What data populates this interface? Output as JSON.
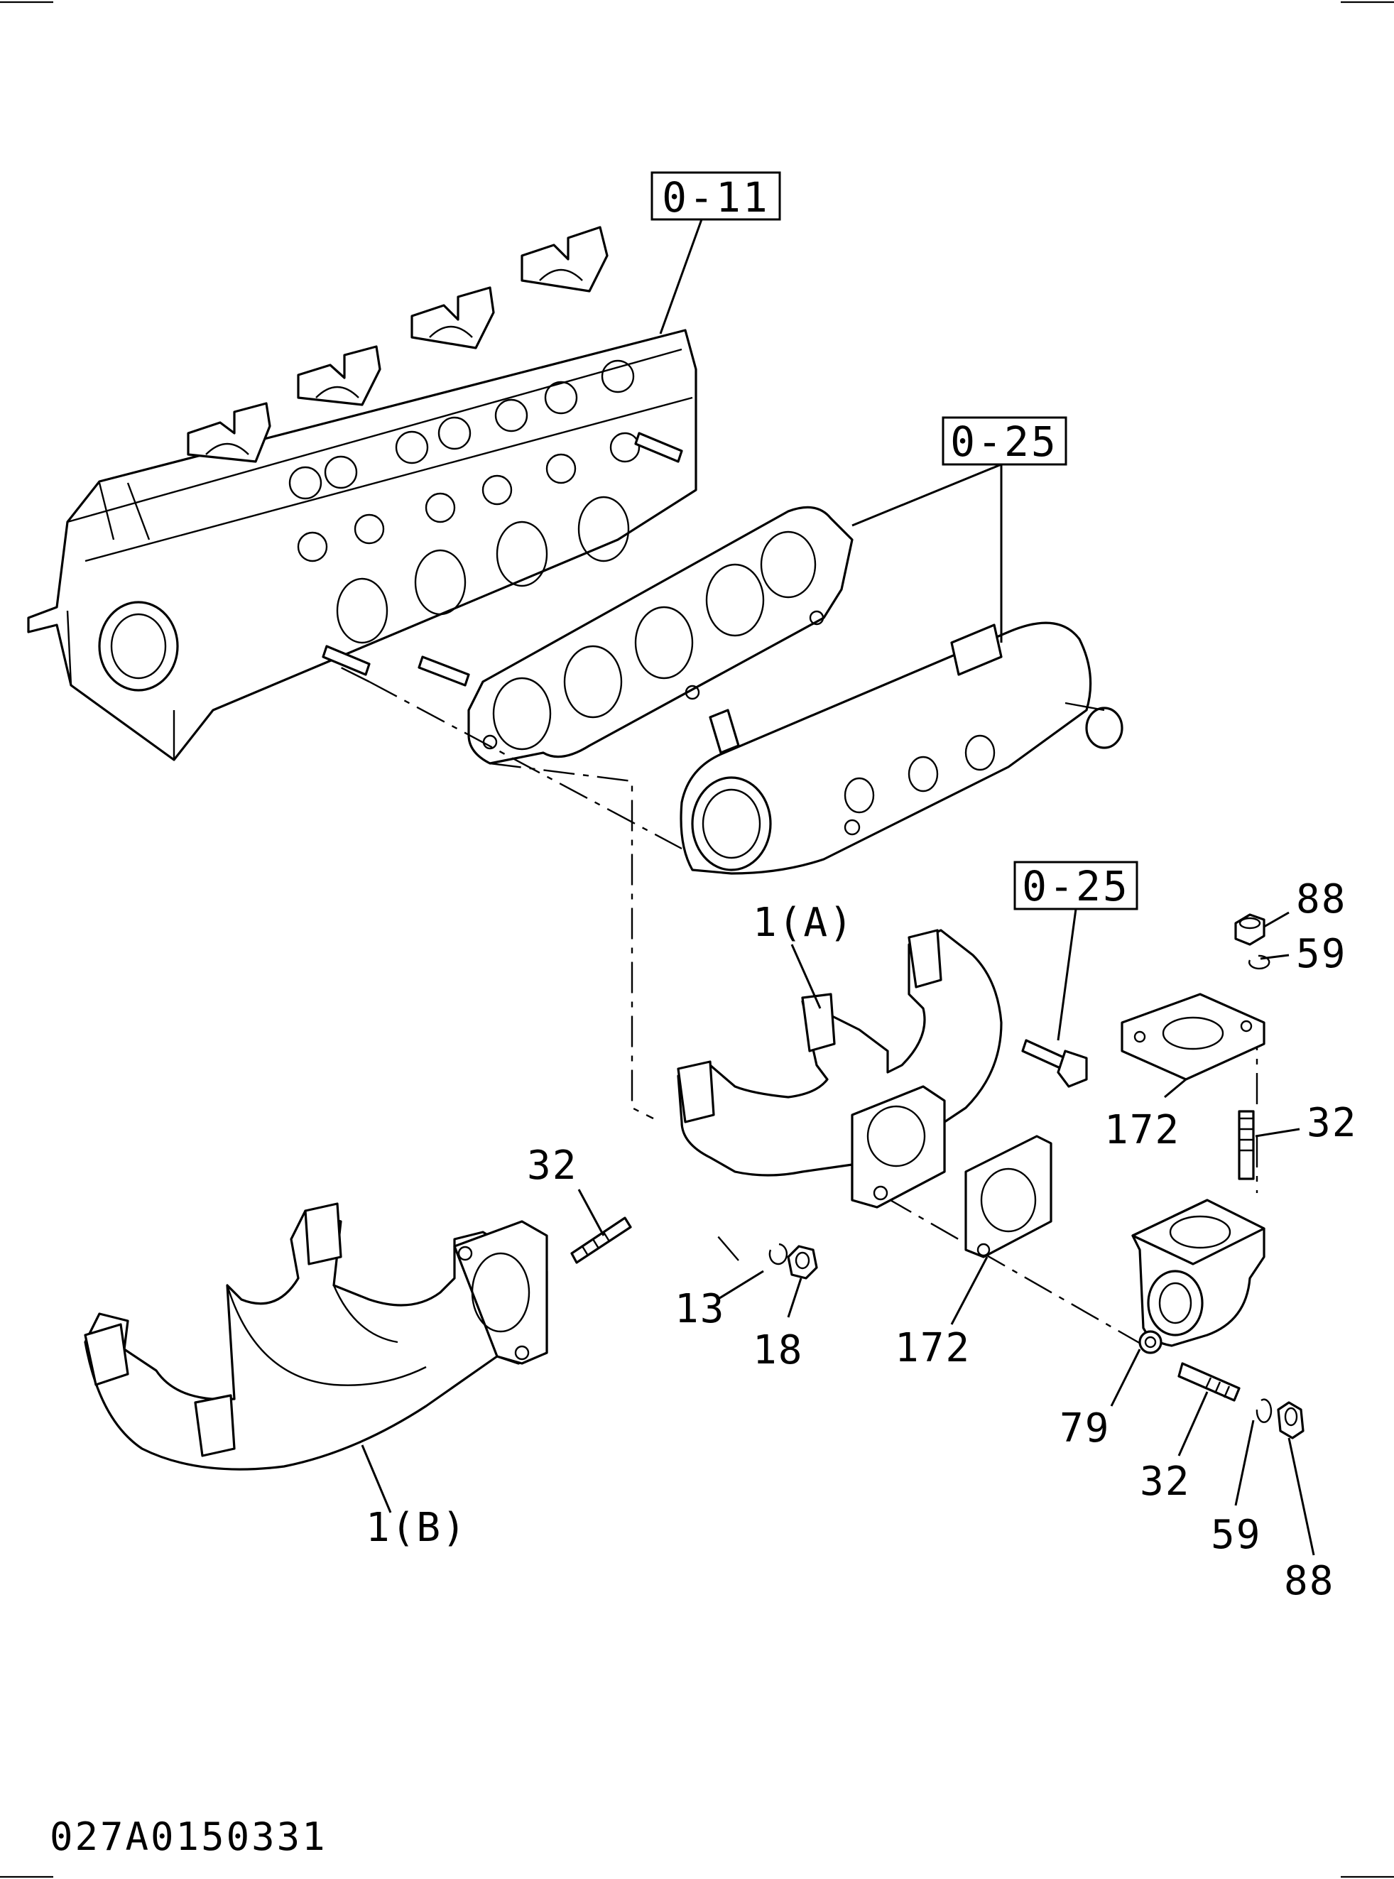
{
  "refs": {
    "head": "0-11",
    "manifold_top": "0-25",
    "bolt": "0-25"
  },
  "labels": {
    "manifold_a": "1(A)",
    "manifold_b": "1(B)",
    "nut_88_top": "88",
    "washer_59_top": "59",
    "gasket_172_right": "172",
    "stud_32_right": "32",
    "stud_32_left": "32",
    "washer_13": "13",
    "nut_18": "18",
    "gasket_172_mid": "172",
    "elbow_79": "79",
    "stud_32_bottom": "32",
    "washer_59_bottom": "59",
    "nut_88_bottom": "88"
  },
  "drawing_code": "027A0150331"
}
